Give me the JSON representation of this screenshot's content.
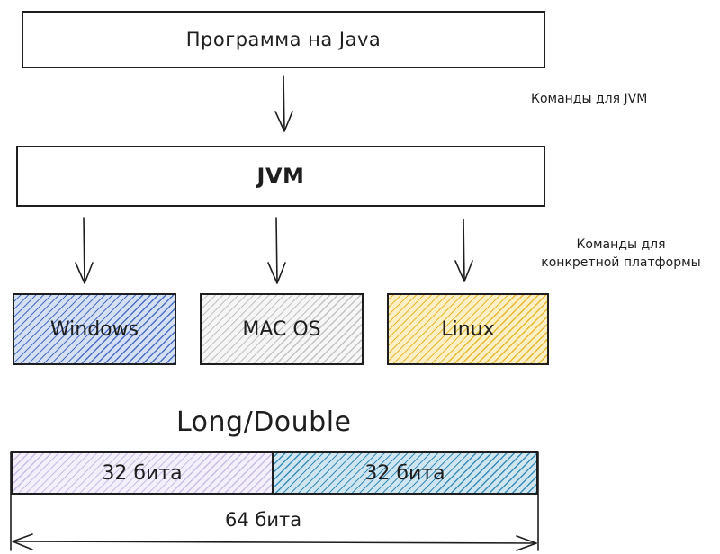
{
  "diagram": {
    "program_box": "Программа на Java",
    "jvm_box": "JVM",
    "note_jvm_commands": "Команды для JVM",
    "note_platform_commands_line1": "Команды для",
    "note_platform_commands_line2": "конкретной платформы",
    "platforms": [
      "Windows",
      "MAC OS",
      "Linux"
    ],
    "long_double_title": "Long/Double",
    "segment_left": "32 бита",
    "segment_right": "32 бита",
    "total_bits": "64 бита"
  },
  "colors": {
    "stroke": "#1e1e1e",
    "windows": "#4a6fc4",
    "macos": "#c2c2c2",
    "linux": "#e9b830",
    "segment_left": "#c9bde4",
    "segment_right": "#3a8cb8"
  }
}
